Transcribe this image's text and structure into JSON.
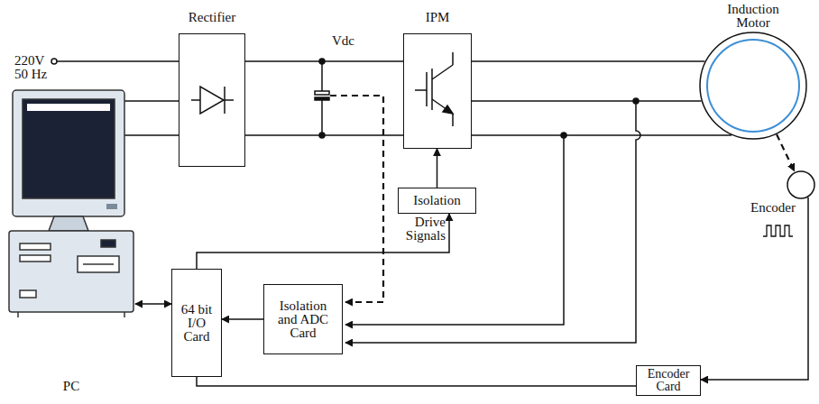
{
  "diagram": {
    "nodes": [
      {
        "text": [
          "Rectifier"
        ]
      },
      {
        "text": [
          "IPM"
        ]
      },
      {
        "text": [
          "Induction Motor"
        ]
      },
      {
        "text": [
          "Isolation"
        ]
      },
      {
        "text": [
          "Encoder"
        ]
      },
      {
        "text": [
          "64 bit I/O Card"
        ]
      },
      {
        "text": [
          "PC"
        ]
      },
      {
        "text": [
          "Isolation and ADC Card"
        ]
      },
      {
        "text": [
          "Encoder Card"
        ]
      }
    ],
    "edges": [
      {
        "from": 0,
        "to": 1,
        "arrow": "none"
      },
      {
        "from": 0,
        "to": 1,
        "arrow": "none"
      },
      {
        "from": 1,
        "to": 2,
        "arrow": "none"
      },
      {
        "from": 1,
        "to": 2,
        "arrow": "none"
      },
      {
        "from": 1,
        "to": 2,
        "arrow": "none"
      },
      {
        "from": 3,
        "to": 1,
        "arrow": "to"
      },
      {
        "from": 5,
        "to": 3,
        "label": "Drive Signals",
        "arrow": "to"
      },
      {
        "from": 7,
        "to": 5,
        "arrow": "to"
      },
      {
        "from": 2,
        "to": 4,
        "arrow": "to"
      },
      {
        "from": 4,
        "to": 8,
        "arrow": "to"
      },
      {
        "from": 8,
        "to": 5,
        "arrow": "none"
      },
      {
        "from": 6,
        "to": 5,
        "arrow": "both"
      }
    ],
    "labels": [
      "220V",
      "50 Hz",
      "Vdc"
    ]
  }
}
